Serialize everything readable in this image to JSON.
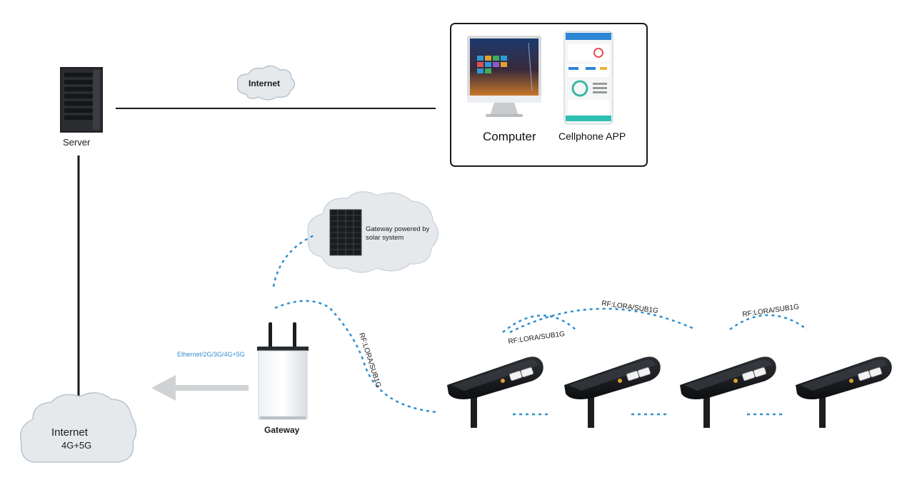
{
  "labels": {
    "server": "Server",
    "internet_top": "Internet",
    "computer": "Computer",
    "cellphone": "Cellphone APP",
    "solar": "Gateway powered by solar system",
    "gateway": "Gateway",
    "ethernet": "Ethernet/2G/3G/4G+5G",
    "rf_vertical": "RF:LORA/SUB1G",
    "rf_1": "RF:LORA/SUB1G",
    "rf_2": "RF:LORA/SUB1G",
    "rf_3": "RF:LORA/SUB1G",
    "internet_bottom": "Internet",
    "internet_bottom_sub": "4G+5G"
  },
  "colors": {
    "dashed_link": "#2f8fd0",
    "ethernet_text": "#2f8fd0",
    "cloud_fill": "#e6e9ec",
    "cloud_stroke": "#b8c4ce",
    "arrow": "#d0d2d4",
    "line": "#1a1a1a"
  },
  "icons": [
    "server-icon",
    "cloud-icon",
    "monitor-icon",
    "phone-icon",
    "solar-panel-icon",
    "gateway-icon",
    "street-light-icon"
  ]
}
